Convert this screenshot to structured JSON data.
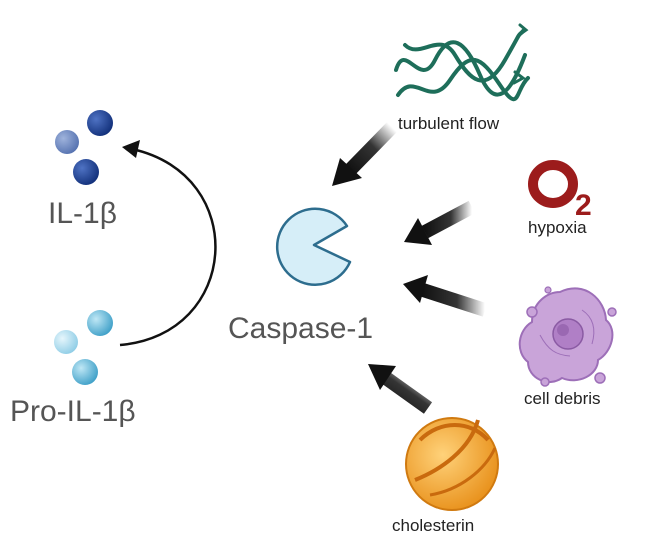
{
  "nodes": {
    "il1b": "IL-1β",
    "pro_il1b": "Pro-IL-1β",
    "caspase": "Caspase-1"
  },
  "stimuli": {
    "flow": "turbulent flow",
    "o2": "O₂",
    "hypoxia": "hypoxia",
    "debris": "cell debris",
    "cholesterin": "cholesterin"
  },
  "colors": {
    "il1b_dark": "#1f3f8f",
    "il1b_mid": "#6a86c0",
    "pro_light": "#a9dcef",
    "pro_mid": "#5fb6d8",
    "caspase_fill": "#d6eef8",
    "caspase_stroke": "#2d6d8e",
    "flow_green": "#1e6e5a",
    "o2_red": "#9c1c1c",
    "debris_purple": "#b58ac9",
    "cholesterol_orange": "#f0a020",
    "arrow_dark": "#111111"
  },
  "icons": [
    "spheres-il1b-icon",
    "spheres-pro-il1b-icon",
    "caspase-pacman-icon",
    "turbulent-flow-icon",
    "o2-icon",
    "cell-debris-icon",
    "cholesterol-particle-icon"
  ]
}
